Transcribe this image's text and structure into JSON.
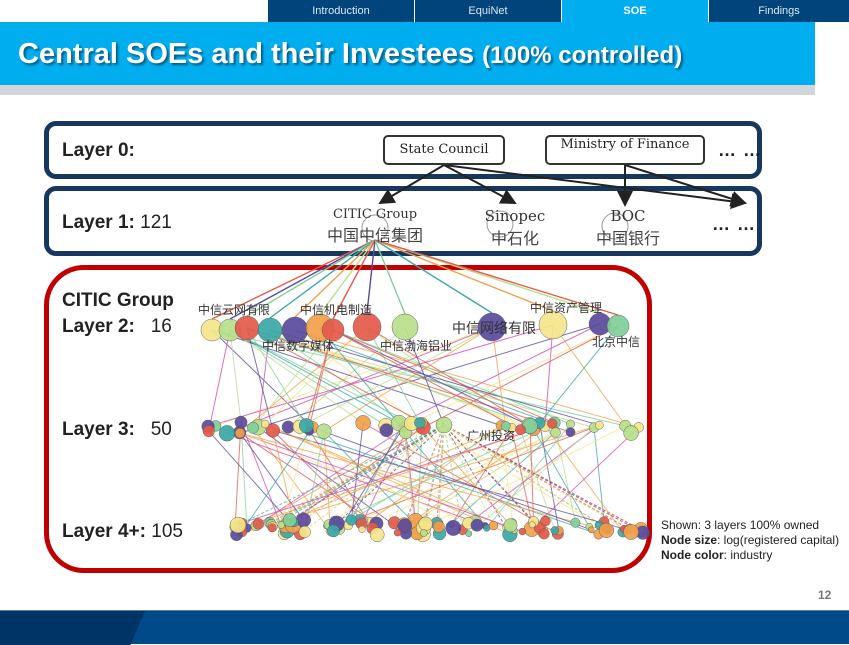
{
  "nav": {
    "tabs": [
      {
        "label": "Introduction",
        "active": false
      },
      {
        "label": "EquiNet",
        "active": false
      },
      {
        "label": "SOE",
        "active": true
      },
      {
        "label": "Findings",
        "active": false
      }
    ]
  },
  "title": {
    "main": "Central SOEs and their Investees ",
    "sub": "(100% controlled)"
  },
  "layer0": {
    "label": "Layer 0:",
    "nodes": [
      "State Council",
      "Ministry of Finance"
    ],
    "more": "… …"
  },
  "layer1": {
    "label": "Layer 1:",
    "count": "121",
    "more": "… …",
    "entities": [
      {
        "en": "CITIC Group",
        "cn": "中国中信集团"
      },
      {
        "en": "Sinopec",
        "cn": "中石化"
      },
      {
        "en": "BOC",
        "cn": "中国银行"
      }
    ]
  },
  "citic": {
    "group_label": "CITIC Group",
    "layer2": {
      "label": "Layer 2:",
      "count": "16"
    },
    "layer3": {
      "label": "Layer 3:",
      "count": "50"
    },
    "layer4": {
      "label": "Layer 4+:",
      "count": "105"
    }
  },
  "network_labels": [
    "中信云网有限",
    "中信数字媒体",
    "中信机电制造",
    "中信渤海铝业",
    "中信网络有限",
    "中信资产管理",
    "北京中信",
    "广州投资"
  ],
  "notes": {
    "shown": "Shown: 3 layers 100% owned",
    "size_key": "Node size",
    "size_val": ": log(registered capital)",
    "color_key": "Node color",
    "color_val": ": industry"
  },
  "page_number": "12",
  "colors": {
    "nav": "#00447c",
    "accent": "#00aeef",
    "navy_box": "#17375e",
    "red_box": "#c00000",
    "industry": [
      "#e45a4a",
      "#5b4a9e",
      "#7fd09a",
      "#3aa9a8",
      "#f3a04a",
      "#b8e08a",
      "#f5e58a",
      "#d54bb0",
      "#c8c8c8"
    ]
  }
}
